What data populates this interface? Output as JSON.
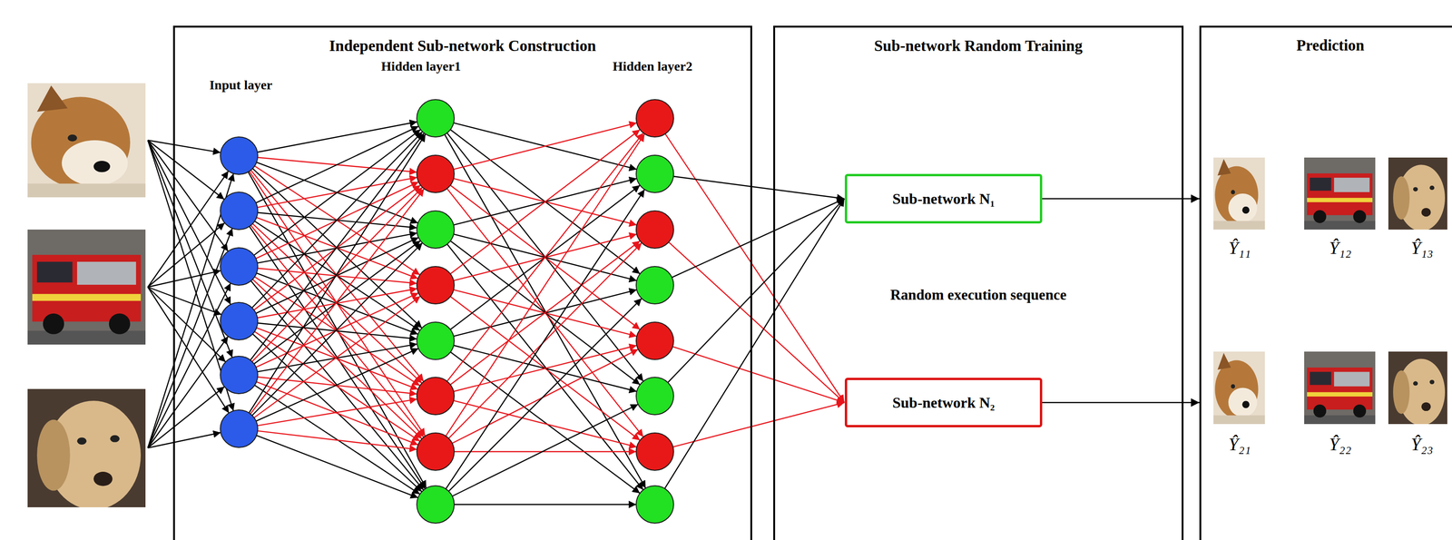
{
  "diagram": {
    "nodes": [
      {
        "text": [
          "Independent Sub-network Construction"
        ]
      },
      {
        "text": [
          "Sub-network Random Training",
          "Random execution sequence"
        ]
      },
      {
        "text": [
          "Sub-network N₁"
        ],
        "in": 1
      },
      {
        "text": [
          "Sub-network N₂"
        ],
        "in": 1
      },
      {
        "text": [
          "Prediction"
        ]
      }
    ],
    "edges": [
      {
        "from": 2,
        "to": 4,
        "arrow": "to"
      },
      {
        "from": 3,
        "to": 4,
        "arrow": "to"
      }
    ],
    "labels": [
      "Input layer",
      "Hidden layer1",
      "Hidden layer2",
      "Ŷ₁₁",
      "Ŷ₁₂",
      "Ŷ₁₃",
      "Ŷ₂₁",
      "Ŷ₂₂",
      "Ŷ₂₃"
    ]
  }
}
